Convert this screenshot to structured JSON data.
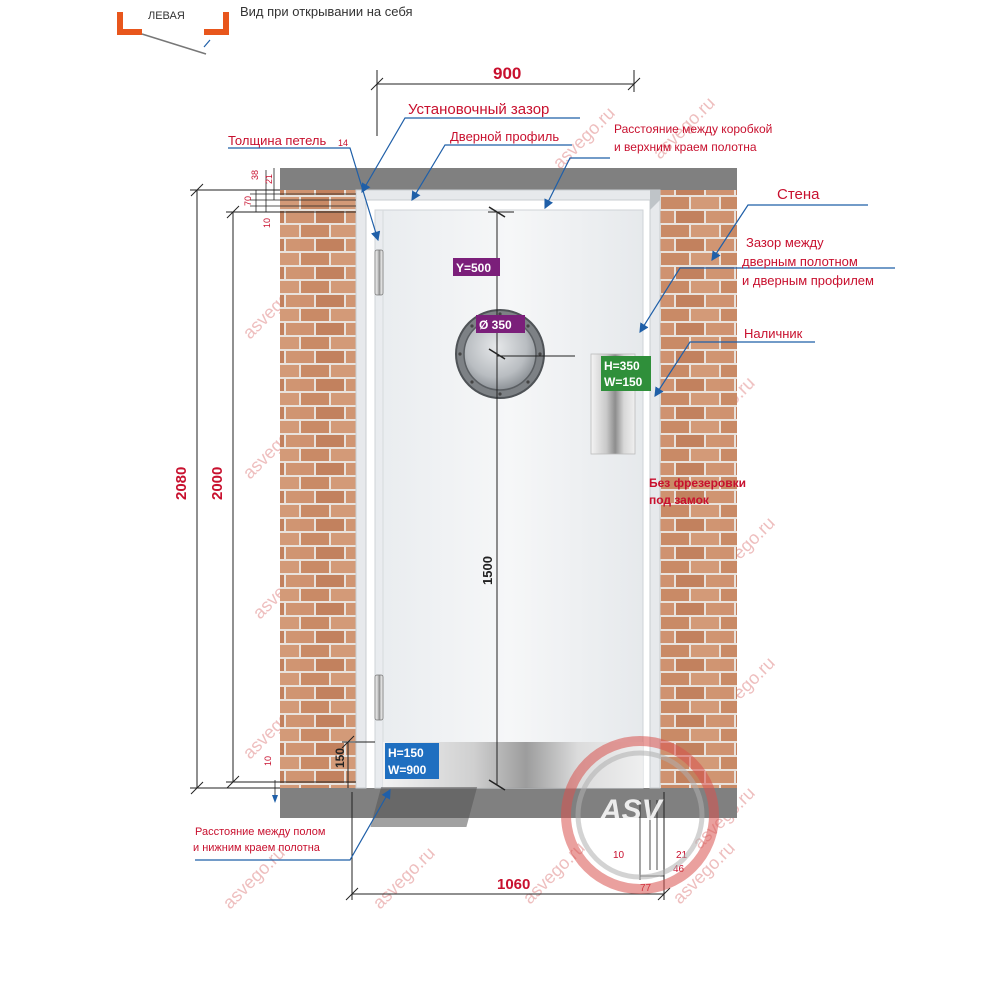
{
  "header": {
    "variant_label": "ЛЕВАЯ",
    "view_text": "Вид при открывании на себя"
  },
  "dimensions": {
    "door_width": "900",
    "frame_width": "1060",
    "height_outer": "2080",
    "height_inner": "2000",
    "window_height": "1500",
    "bottom_plate_height": "150",
    "floor_gap": "10",
    "top_38": "38",
    "top_21": "21",
    "top_70": "70",
    "top_10": "10",
    "hinge_thickness_value": "14",
    "bottom_10": "10",
    "bottom_21": "21",
    "bottom_46": "46",
    "bottom_77": "77"
  },
  "labels": {
    "installation_gap": "Установочный зазор",
    "door_profile": "Дверной профиль",
    "hinge_thickness": "Толщина петель",
    "frame_top_gap_1": "Расстояние между коробкой",
    "frame_top_gap_2": "и верхним краем полотна",
    "wall": "Стена",
    "leaf_gap_1": "Зазор между",
    "leaf_gap_2": "дверным полотном",
    "leaf_gap_3": "и дверным профилем",
    "trim": "Наличник",
    "no_lock_1": "Без фрезеровки",
    "no_lock_2": "под замок",
    "floor_gap_1": "Расстояние между полом",
    "floor_gap_2": "и нижним краем полотна"
  },
  "badges": {
    "window_y": "Y=500",
    "window_diameter": "Ø 350",
    "plate_h": "H=350",
    "plate_w": "W=150",
    "bottom_h": "H=150",
    "bottom_w": "W=900"
  },
  "watermark": "asvego.ru",
  "logo_text": "ASV",
  "colors": {
    "dimension_red": "#c8102e",
    "callout_blue": "#1f5fa8",
    "brick": "#c98a66",
    "mortar": "#e9e2dc",
    "frame_wood": "#d8a45a",
    "badge_purple": "#7b1f7a",
    "badge_green": "#2f8f3a",
    "badge_blue": "#1f6fc0"
  }
}
